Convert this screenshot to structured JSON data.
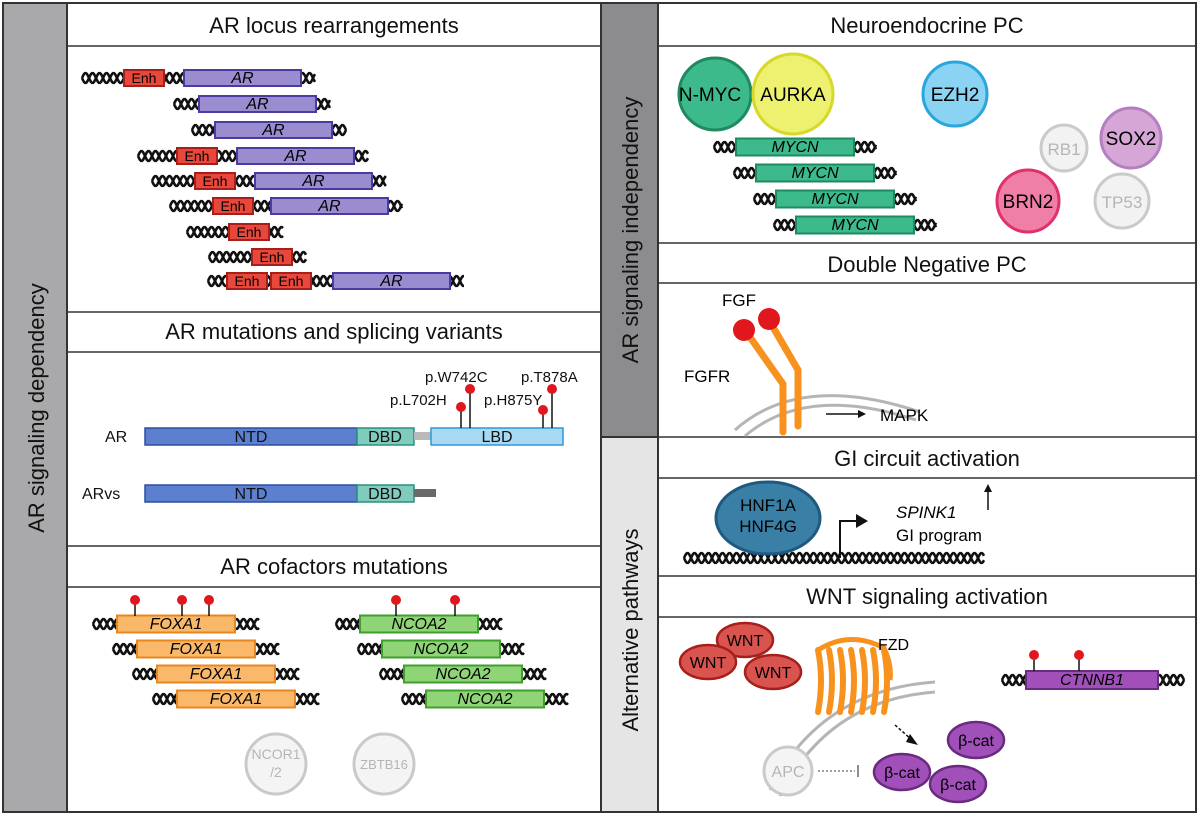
{
  "left_sidebar": {
    "label": "AR signaling dependency"
  },
  "right_sidebar_top": {
    "label": "AR signaling independency"
  },
  "right_sidebar_bottom": {
    "label": "Alternative pathways"
  },
  "panels": {
    "locus": {
      "title": "AR locus rearrangements",
      "enh": "Enh",
      "gene": "AR"
    },
    "mutations": {
      "title": "AR mutations and splicing variants",
      "ar_label": "AR",
      "arvs_label": "ARvs",
      "ntd": "NTD",
      "dbd": "DBD",
      "lbd": "LBD",
      "mut_w742c": "p.W742C",
      "mut_t878a": "p.T878A",
      "mut_l702h": "p.L702H",
      "mut_h875y": "p.H875Y"
    },
    "cofactors": {
      "title": "AR cofactors mutations",
      "gene1": "FOXA1",
      "gene2": "NCOA2",
      "ncor_line1": "NCOR1",
      "ncor_line2": "/2",
      "zbtb16": "ZBTB16"
    },
    "neuroendocrine": {
      "title": "Neuroendocrine PC",
      "nmyc": "N-MYC",
      "aurka": "AURKA",
      "ezh2": "EZH2",
      "rb1": "RB1",
      "sox2": "SOX2",
      "brn2": "BRN2",
      "tp53": "TP53",
      "gene": "MYCN"
    },
    "double_negative": {
      "title": "Double Negative PC",
      "fgf": "FGF",
      "fgfr": "FGFR",
      "mapk": "MAPK"
    },
    "gi": {
      "title": "GI circuit activation",
      "hnf1a": "HNF1A",
      "hnf4g": "HNF4G",
      "spink1": "SPINK1",
      "gi_program": "GI program"
    },
    "wnt": {
      "title": "WNT signaling activation",
      "wnt": "WNT",
      "fzd": "FZD",
      "apc": "APC",
      "bcat": "β-cat",
      "ctnnb1": "CTNNB1"
    }
  },
  "colors": {
    "enh": "#e8483b",
    "ar": "#9b8ccf",
    "ar_border": "#4b3aa0",
    "ntd": "#5d7fcf",
    "dbd": "#7fcbbd",
    "lbd": "#a9d8f2",
    "foxa1": "#f9b86a",
    "ncoa2": "#8fd477",
    "mycn": "#3dba8c",
    "ctnnb1": "#a050b8",
    "dark_sidebar": "#8c8c8e",
    "light_sidebar": "#e5e5e5",
    "red_dot": "#e0171c",
    "orange": "#f7921e"
  }
}
